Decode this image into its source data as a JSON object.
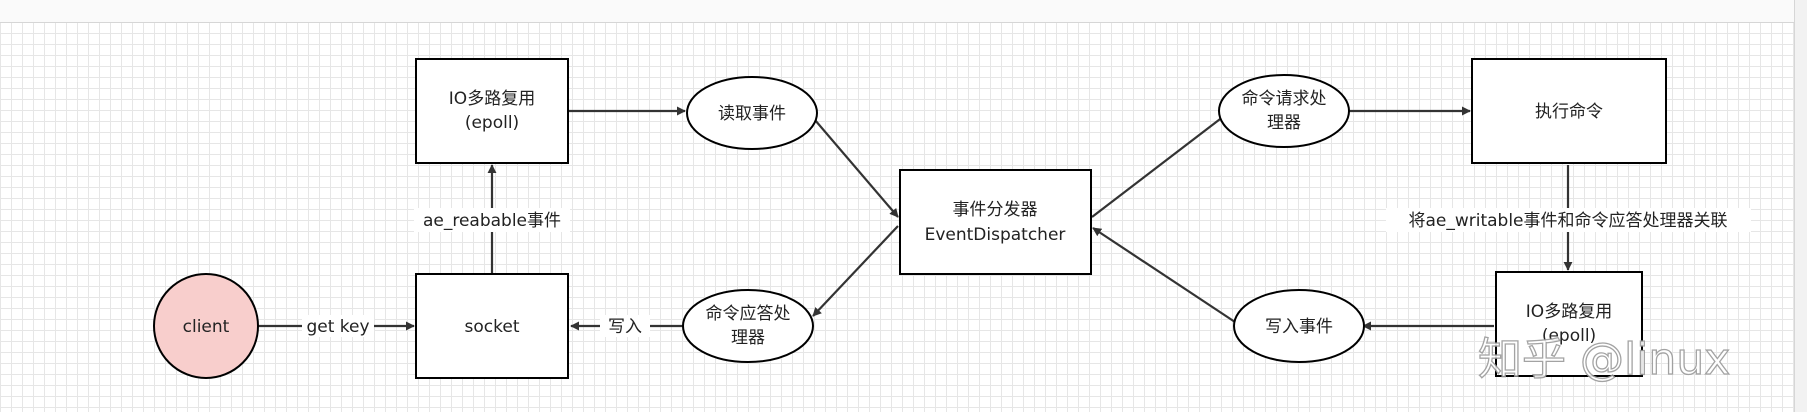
{
  "nodes": {
    "client": "client",
    "socket": "socket",
    "io_mux_top": [
      "IO多路复用",
      "(epoll)"
    ],
    "read_event": "读取事件",
    "dispatcher": [
      "事件分发器",
      "EventDispatcher"
    ],
    "cmd_request_handler": [
      "命令请求处",
      "理器"
    ],
    "execute_cmd": "执行命令",
    "io_mux_bottom": [
      "IO多路复用",
      "(epoll)"
    ],
    "write_event": "写入事件",
    "cmd_reply_handler": [
      "命令应答处",
      "理器"
    ]
  },
  "edges": {
    "client_to_socket": "get key",
    "socket_to_io": "ae_reabable事件",
    "reply_to_socket": "写入",
    "exec_to_io": "将ae_writable事件和命令应答处理器关联"
  },
  "watermark": "知乎 @linux",
  "colors": {
    "client_fill": "#f8cecc",
    "stroke": "#000000",
    "edge": "#333333"
  }
}
